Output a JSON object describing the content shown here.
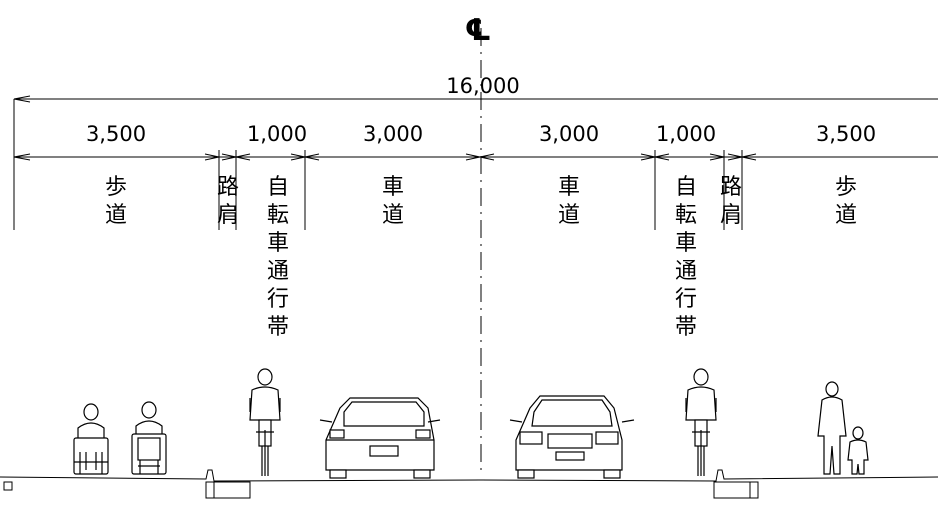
{
  "centerline": {
    "symbol": "℄",
    "total_label": "16,000"
  },
  "dimensions": [
    {
      "label": "3,500"
    },
    {
      "label": "1,000"
    },
    {
      "label": "3,000"
    },
    {
      "label": "3,000"
    },
    {
      "label": "1,000"
    },
    {
      "label": "3,500"
    }
  ],
  "zones": [
    {
      "chars": [
        "歩",
        "道"
      ]
    },
    {
      "chars": [
        "路",
        "肩"
      ]
    },
    {
      "chars": [
        "自",
        "転",
        "車",
        "通",
        "行",
        "帯"
      ]
    },
    {
      "chars": [
        "車",
        "道"
      ]
    },
    {
      "chars": [
        "車",
        "道"
      ]
    },
    {
      "chars": [
        "自",
        "転",
        "車",
        "通",
        "行",
        "帯"
      ]
    },
    {
      "chars": [
        "路",
        "肩"
      ]
    },
    {
      "chars": [
        "歩",
        "道"
      ]
    }
  ]
}
